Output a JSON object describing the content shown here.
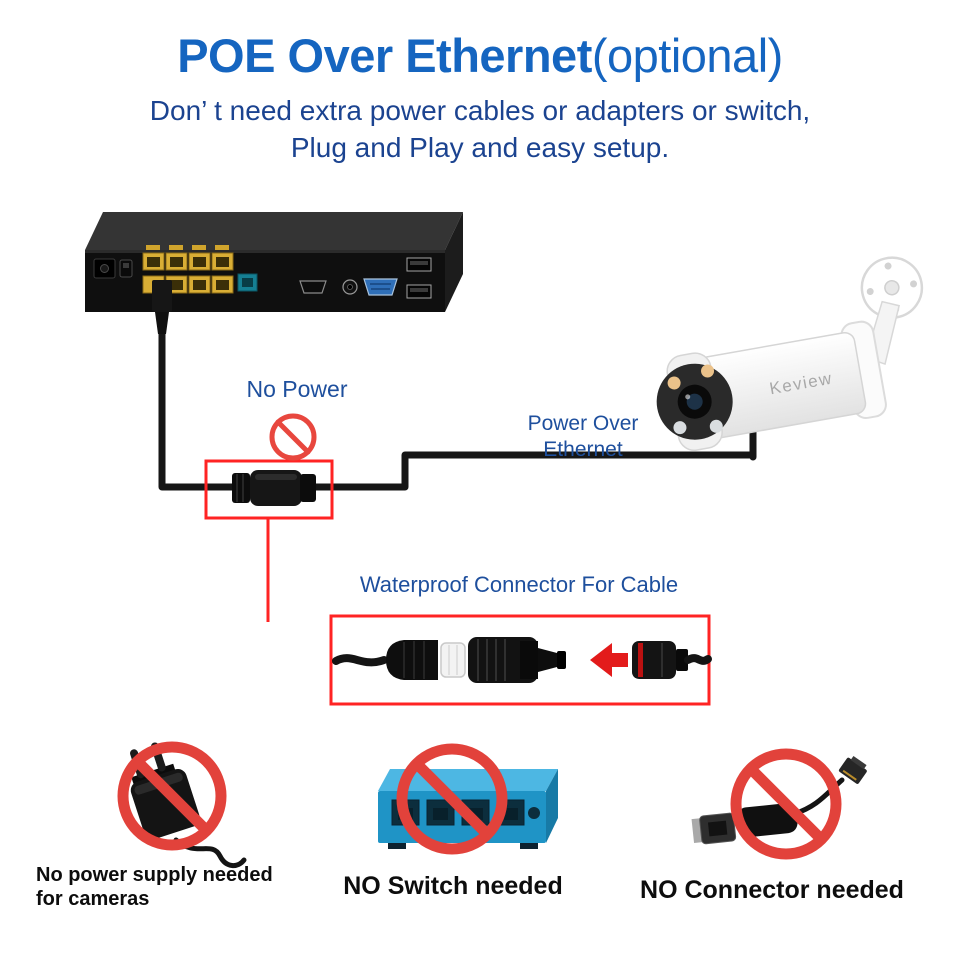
{
  "header": {
    "title": "POE Over Ethernet",
    "title_suffix": "(optional)",
    "subtitle_line1": "Don’ t need extra power cables or adapters or switch,",
    "subtitle_line2": "Plug and Play and easy setup."
  },
  "diagram": {
    "no_power_label": "No Power",
    "poe_label_line1": "Power Over",
    "poe_label_line2": "Ethernet",
    "waterproof_label": "Waterproof Connector For Cable",
    "camera_brand": "Keview"
  },
  "captions": {
    "no_power_supply_line1": "No power supply needed",
    "no_power_supply_line2": "for cameras",
    "no_switch": "NO Switch needed",
    "no_connector": "NO Connector needed"
  },
  "colors": {
    "title_blue": "#1565c0",
    "label_blue": "#1e4f9d",
    "prohibit_red": "#e2423b",
    "highlight_red": "#ff2323",
    "cable_black": "#161616",
    "switch_blue": "#1f94c6",
    "port_yellow": "#d9ae35"
  }
}
